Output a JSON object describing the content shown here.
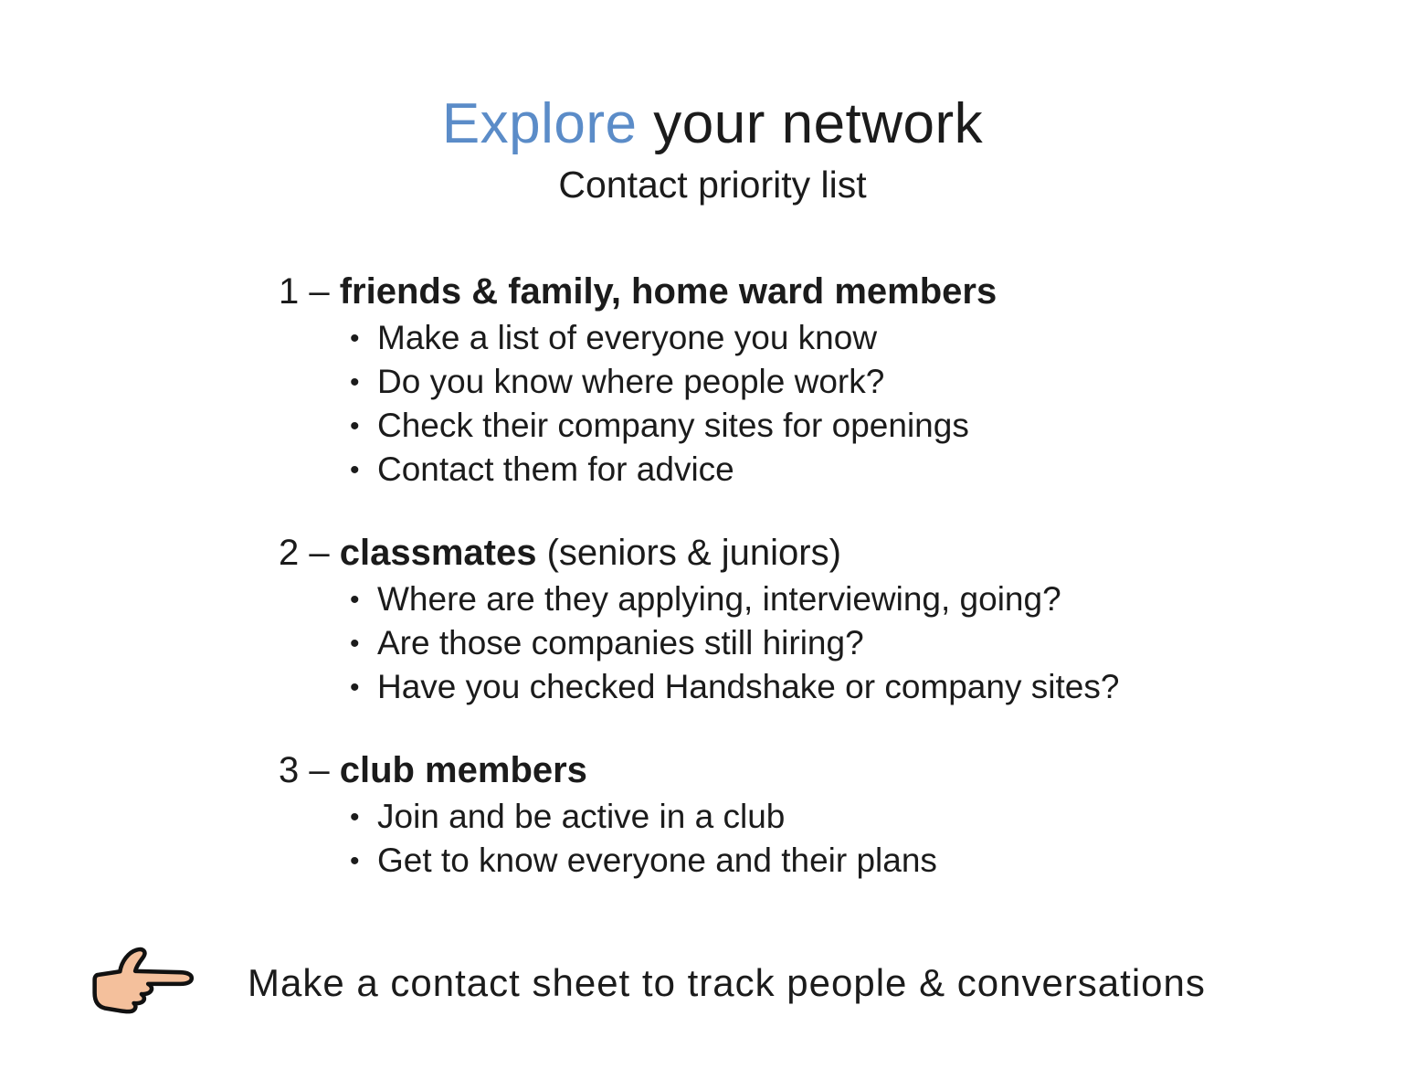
{
  "bullet_char": "•",
  "slide": {
    "title": {
      "highlight": "Explore",
      "rest": " your network"
    },
    "subtitle": "Contact priority list",
    "accent_color": "#5b8cc8",
    "hand_icon_fill": "#f4c09c",
    "hand_icon_outline": "#111111",
    "sections": [
      {
        "prefix": "1 – ",
        "bold": "friends & family, home ward members",
        "suffix": "",
        "bullets": [
          "Make a list of everyone you know",
          "Do you know where people work?",
          "Check their company sites for openings",
          "Contact them for advice"
        ]
      },
      {
        "prefix": "2 – ",
        "bold": "classmates",
        "suffix": " (seniors & juniors)",
        "bullets": [
          "Where are they applying, interviewing, going?",
          "Are those companies still hiring?",
          "Have you checked Handshake or company sites?"
        ]
      },
      {
        "prefix": "3 – ",
        "bold": "club members",
        "suffix": "",
        "bullets": [
          "Join and be active in a club",
          "Get to know everyone and their plans"
        ]
      }
    ],
    "footer": {
      "note": "Make a contact sheet to track people & conversations"
    }
  }
}
